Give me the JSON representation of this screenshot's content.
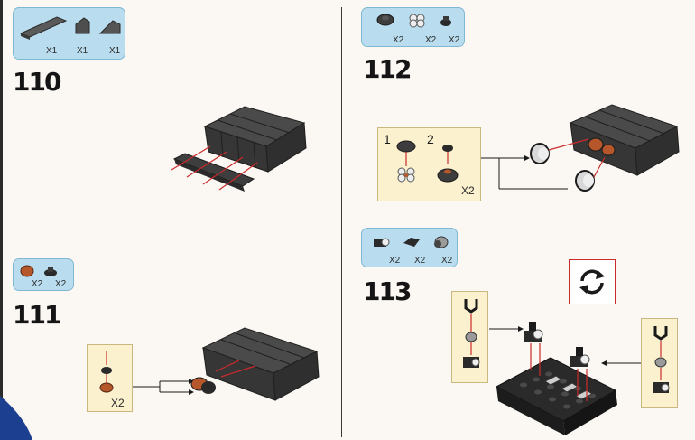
{
  "step_110": {
    "number": "110",
    "parts_qty": [
      "X1",
      "X1",
      "X1"
    ]
  },
  "step_111": {
    "number": "111",
    "parts_qty": [
      "X2",
      "X2"
    ],
    "callout_qty": "X2"
  },
  "step_112": {
    "number": "112",
    "parts_qty": [
      "X2",
      "X2",
      "X2"
    ],
    "sub_step_1": "1",
    "sub_step_2": "2",
    "callout_qty": "X2"
  },
  "step_113": {
    "number": "113",
    "parts_qty": [
      "X2",
      "X2",
      "X2"
    ]
  },
  "icons": {
    "rotate": "rotate-model-icon"
  },
  "colors": {
    "parts_box": "#b9ddef",
    "callout_box": "#fbf1cf",
    "arrow": "#cc2a2a",
    "brick": "#4a4a4a",
    "page_corner": "#1d3f8f"
  }
}
